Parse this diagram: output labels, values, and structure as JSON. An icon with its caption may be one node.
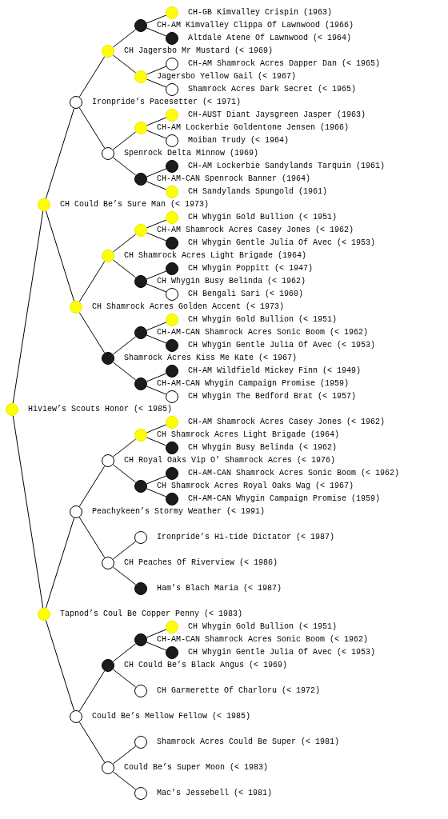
{
  "diagram": {
    "nodes": [
      {
        "text": [
          "CH-GB Kimvalley Crispin (1963)"
        ]
      },
      {
        "text": [
          "CH-AM Kimvalley Clippa Of Lawnwood (1966)"
        ]
      },
      {
        "text": [
          "Altdale Atene Of Lawnwood (< 1964)"
        ]
      },
      {
        "text": [
          "CH Jagersbo Mr Mustard (< 1969)"
        ]
      },
      {
        "text": [
          "CH-AM Shamrock Acres Dapper Dan (< 1965)"
        ]
      },
      {
        "text": [
          "Jagersbo Yellow Gail (< 1967)"
        ]
      },
      {
        "text": [
          "Shamrock Acres Dark Secret (< 1965)"
        ]
      },
      {
        "text": [
          "Ironpride’s Pacesetter (< 1971)"
        ]
      },
      {
        "text": [
          "CH-AUST Diant Jaysgreen Jasper (1963)"
        ]
      },
      {
        "text": [
          "CH-AM Lockerbie Goldentone Jensen (1966)"
        ]
      },
      {
        "text": [
          "Moiban Trudy (< 1964)"
        ]
      },
      {
        "text": [
          "Spenrock Delta Minnow (1969)"
        ]
      },
      {
        "text": [
          "CH-AM Lockerbie Sandylands Tarquin (1961)"
        ]
      },
      {
        "text": [
          "CH-AM-CAN Spenrock Banner (1964)"
        ]
      },
      {
        "text": [
          "CH Sandylands Spungold (1961)"
        ]
      },
      {
        "text": [
          "CH Could Be’s Sure Man (< 1973)"
        ]
      },
      {
        "text": [
          "CH Whygin Gold Bullion (< 1951)"
        ]
      },
      {
        "text": [
          "CH-AM Shamrock Acres Casey Jones (< 1962)"
        ]
      },
      {
        "text": [
          "CH Whygin Gentle Julia Of Avec (< 1953)"
        ]
      },
      {
        "text": [
          "CH Shamrock Acres Light Brigade (1964)"
        ]
      },
      {
        "text": [
          "CH Whygin Poppitt (< 1947)"
        ]
      },
      {
        "text": [
          "CH Whygin Busy Belinda (< 1962)"
        ]
      },
      {
        "text": [
          "CH Bengali Sari (< 1960)"
        ]
      },
      {
        "text": [
          "CH Shamrock Acres Golden Accent (< 1973)"
        ]
      },
      {
        "text": [
          "CH Whygin Gold Bullion (< 1951)"
        ]
      },
      {
        "text": [
          "CH-AM-CAN Shamrock Acres Sonic Boom (< 1962)"
        ]
      },
      {
        "text": [
          "CH Whygin Gentle Julia Of Avec (< 1953)"
        ]
      },
      {
        "text": [
          "Shamrock Acres Kiss Me Kate (< 1967)"
        ]
      },
      {
        "text": [
          "CH-AM Wildfield Mickey Finn (< 1949)"
        ]
      },
      {
        "text": [
          "CH-AM-CAN Whygin Campaign Promise (1959)"
        ]
      },
      {
        "text": [
          "CH Whygin The Bedford Brat (< 1957)"
        ]
      },
      {
        "text": [
          "Hiview’s Scouts Honor (< 1985)"
        ]
      },
      {
        "text": [
          "CH-AM Shamrock Acres Casey Jones (< 1962)"
        ]
      },
      {
        "text": [
          "CH Shamrock Acres Light Brigade (1964)"
        ]
      },
      {
        "text": [
          "CH Whygin Busy Belinda (< 1962)"
        ]
      },
      {
        "text": [
          "CH Royal Oaks Vip O’ Shamrock Acres (< 1976)"
        ]
      },
      {
        "text": [
          "CH-AM-CAN Shamrock Acres Sonic Boom (< 1962)"
        ]
      },
      {
        "text": [
          "CH Shamrock Acres Royal Oaks Wag (< 1967)"
        ]
      },
      {
        "text": [
          "CH-AM-CAN Whygin Campaign Promise (1959)"
        ]
      },
      {
        "text": [
          "Peachykeen’s Stormy Weather (< 1991)"
        ]
      },
      {
        "text": [
          "Ironpride’s Hi-tide Dictator (< 1987)"
        ]
      },
      {
        "text": [
          "CH Peaches Of Riverview (< 1986)"
        ]
      },
      {
        "text": [
          "Ham’s Blach Maria (< 1987)"
        ]
      },
      {
        "text": [
          "Tapnod’s Coul Be Copper Penny (< 1983)"
        ]
      },
      {
        "text": [
          "CH Whygin Gold Bullion (< 1951)"
        ]
      },
      {
        "text": [
          "CH-AM-CAN Shamrock Acres Sonic Boom (< 1962)"
        ]
      },
      {
        "text": [
          "CH Whygin Gentle Julia Of Avec (< 1953)"
        ]
      },
      {
        "text": [
          "CH Could Be’s Black Angus (< 1969)"
        ]
      },
      {
        "text": [
          "CH Garmerette Of Charloru (< 1972)"
        ]
      },
      {
        "text": [
          "Could Be’s Mellow Fellow (< 1985)"
        ]
      },
      {
        "text": [
          "Shamrock Acres Could Be Super (< 1981)"
        ]
      },
      {
        "text": [
          "Could Be’s Super Moon (< 1983)"
        ]
      },
      {
        "text": [
          "Mac’s Jessebell (< 1981)"
        ]
      }
    ],
    "edges": [
      {
        "from": 31,
        "to": 15,
        "arrow": "none"
      },
      {
        "from": 31,
        "to": 43,
        "arrow": "none"
      },
      {
        "from": 15,
        "to": 7,
        "arrow": "none"
      },
      {
        "from": 15,
        "to": 23,
        "arrow": "none"
      },
      {
        "from": 7,
        "to": 3,
        "arrow": "none"
      },
      {
        "from": 7,
        "to": 11,
        "arrow": "none"
      },
      {
        "from": 3,
        "to": 1,
        "arrow": "none"
      },
      {
        "from": 3,
        "to": 5,
        "arrow": "none"
      },
      {
        "from": 1,
        "to": 0,
        "arrow": "none"
      },
      {
        "from": 1,
        "to": 2,
        "arrow": "none"
      },
      {
        "from": 5,
        "to": 4,
        "arrow": "none"
      },
      {
        "from": 5,
        "to": 6,
        "arrow": "none"
      },
      {
        "from": 11,
        "to": 9,
        "arrow": "none"
      },
      {
        "from": 11,
        "to": 13,
        "arrow": "none"
      },
      {
        "from": 9,
        "to": 8,
        "arrow": "none"
      },
      {
        "from": 9,
        "to": 10,
        "arrow": "none"
      },
      {
        "from": 13,
        "to": 12,
        "arrow": "none"
      },
      {
        "from": 13,
        "to": 14,
        "arrow": "none"
      },
      {
        "from": 23,
        "to": 19,
        "arrow": "none"
      },
      {
        "from": 23,
        "to": 27,
        "arrow": "none"
      },
      {
        "from": 19,
        "to": 17,
        "arrow": "none"
      },
      {
        "from": 19,
        "to": 21,
        "arrow": "none"
      },
      {
        "from": 17,
        "to": 16,
        "arrow": "none"
      },
      {
        "from": 17,
        "to": 18,
        "arrow": "none"
      },
      {
        "from": 21,
        "to": 20,
        "arrow": "none"
      },
      {
        "from": 21,
        "to": 22,
        "arrow": "none"
      },
      {
        "from": 27,
        "to": 25,
        "arrow": "none"
      },
      {
        "from": 27,
        "to": 29,
        "arrow": "none"
      },
      {
        "from": 25,
        "to": 24,
        "arrow": "none"
      },
      {
        "from": 25,
        "to": 26,
        "arrow": "none"
      },
      {
        "from": 29,
        "to": 28,
        "arrow": "none"
      },
      {
        "from": 29,
        "to": 30,
        "arrow": "none"
      },
      {
        "from": 43,
        "to": 39,
        "arrow": "none"
      },
      {
        "from": 43,
        "to": 49,
        "arrow": "none"
      },
      {
        "from": 39,
        "to": 35,
        "arrow": "none"
      },
      {
        "from": 39,
        "to": 41,
        "arrow": "none"
      },
      {
        "from": 35,
        "to": 33,
        "arrow": "none"
      },
      {
        "from": 35,
        "to": 37,
        "arrow": "none"
      },
      {
        "from": 33,
        "to": 32,
        "arrow": "none"
      },
      {
        "from": 33,
        "to": 34,
        "arrow": "none"
      },
      {
        "from": 37,
        "to": 36,
        "arrow": "none"
      },
      {
        "from": 37,
        "to": 38,
        "arrow": "none"
      },
      {
        "from": 41,
        "to": 40,
        "arrow": "none"
      },
      {
        "from": 41,
        "to": 42,
        "arrow": "none"
      },
      {
        "from": 49,
        "to": 47,
        "arrow": "none"
      },
      {
        "from": 49,
        "to": 51,
        "arrow": "none"
      },
      {
        "from": 47,
        "to": 45,
        "arrow": "none"
      },
      {
        "from": 47,
        "to": 48,
        "arrow": "none"
      },
      {
        "from": 45,
        "to": 44,
        "arrow": "none"
      },
      {
        "from": 45,
        "to": 46,
        "arrow": "none"
      },
      {
        "from": 51,
        "to": 50,
        "arrow": "none"
      },
      {
        "from": 51,
        "to": 52,
        "arrow": "none"
      }
    ]
  }
}
